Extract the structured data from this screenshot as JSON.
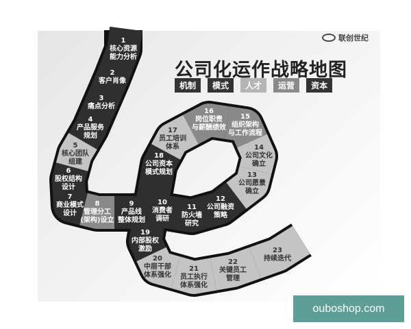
{
  "title": "公司化运作战略地图",
  "logo": {
    "text": "联创世纪"
  },
  "tags": [
    {
      "label": "机制",
      "color": "#333333"
    },
    {
      "label": "模式",
      "color": "#333333"
    },
    {
      "label": "人才",
      "color": "#b5b5b5"
    },
    {
      "label": "运营",
      "color": "#8a8a8a"
    },
    {
      "label": "资本",
      "color": "#333333"
    }
  ],
  "colors": {
    "dark": "#2f2f2f",
    "mid": "#8a8a8a",
    "light": "#c4c4c4",
    "outline": "#111111"
  },
  "steps": [
    {
      "num": "1",
      "label": "核心资源\n能力分析",
      "tone": "dark"
    },
    {
      "num": "2",
      "label": "客户肖像",
      "tone": "dark"
    },
    {
      "num": "3",
      "label": "痛点分析",
      "tone": "dark"
    },
    {
      "num": "4",
      "label": "产品服务\n规划",
      "tone": "dark"
    },
    {
      "num": "5",
      "label": "核心团队\n组建",
      "tone": "light"
    },
    {
      "num": "6",
      "label": "股权结构\n设计",
      "tone": "dark"
    },
    {
      "num": "7",
      "label": "商业模式\n设计",
      "tone": "dark"
    },
    {
      "num": "8",
      "label": "管理分工\n(架构)设立",
      "tone": "mid"
    },
    {
      "num": "9",
      "label": "产品线\n整体规划",
      "tone": "dark"
    },
    {
      "num": "10",
      "label": "消费者\n调研",
      "tone": "dark"
    },
    {
      "num": "11",
      "label": "防火墙\n研究",
      "tone": "dark"
    },
    {
      "num": "12",
      "label": "公司融资\n策略",
      "tone": "dark"
    },
    {
      "num": "13",
      "label": "公司愿景\n确立",
      "tone": "light"
    },
    {
      "num": "14",
      "label": "公司文化\n确立",
      "tone": "light"
    },
    {
      "num": "15",
      "label": "组织架构\n与工作流程",
      "tone": "mid"
    },
    {
      "num": "16",
      "label": "岗位职责\n与薪酬绩效",
      "tone": "mid"
    },
    {
      "num": "17",
      "label": "员工培训\n体系",
      "tone": "light"
    },
    {
      "num": "18",
      "label": "公司资本\n模式规划",
      "tone": "dark"
    },
    {
      "num": "19",
      "label": "内部股权\n激励",
      "tone": "dark"
    },
    {
      "num": "20",
      "label": "中层干部\n体系强化",
      "tone": "light"
    },
    {
      "num": "21",
      "label": "员工执行\n体系强化",
      "tone": "light"
    },
    {
      "num": "22",
      "label": "关键员工\n管理",
      "tone": "light"
    },
    {
      "num": "23",
      "label": "持续迭代",
      "tone": "light"
    }
  ],
  "watermark": "ouboshop.com"
}
